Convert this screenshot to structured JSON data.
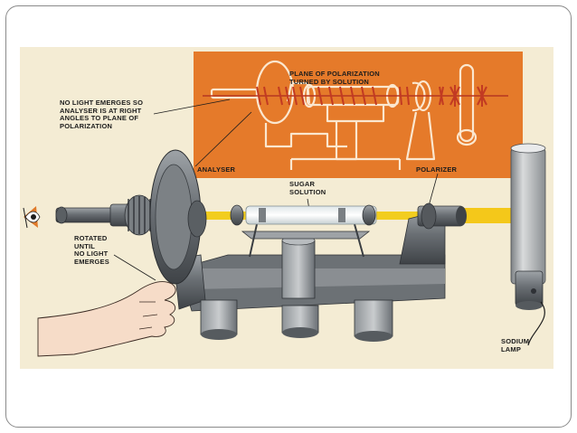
{
  "labels": {
    "plane_turned": "PLANE OF POLARIZATION\nTURNED BY SOLUTION",
    "no_light": "NO LIGHT EMERGES SO\nANALYSER IS AT RIGHT\nANGLES TO PLANE OF\nPOLARIZATION",
    "analyser": "ANALYSER",
    "polarizer": "POLARIZER",
    "sugar_solution": "SUGAR\nSOLUTION",
    "rotated": "ROTATED\nUNTIL\nNO LIGHT\nEMERGES",
    "sodium_lamp": "SODIUM\nLAMP"
  },
  "colors": {
    "background": "#f4ecd4",
    "inset": "#e57a2a",
    "metal": "#6f7377",
    "metal_light": "#a9adb0",
    "beam": "#f2cd1f",
    "outline": "#fbe7cf",
    "skin": "#f6dcc8"
  }
}
